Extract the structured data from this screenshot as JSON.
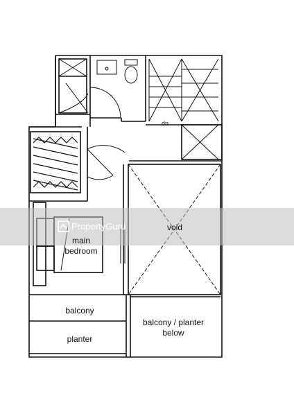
{
  "labels": {
    "dn": "dn",
    "void": "void",
    "main_bedroom_line1": "main",
    "main_bedroom_line2": "bedroom",
    "balcony": "balcony",
    "planter": "planter",
    "balcony_planter_line1": "balcony / planter",
    "balcony_planter_line2": "below"
  },
  "watermark": {
    "text": "PropertyGuru"
  },
  "colors": {
    "wall": "#111111",
    "watermark_band": "#bdbdbd"
  }
}
